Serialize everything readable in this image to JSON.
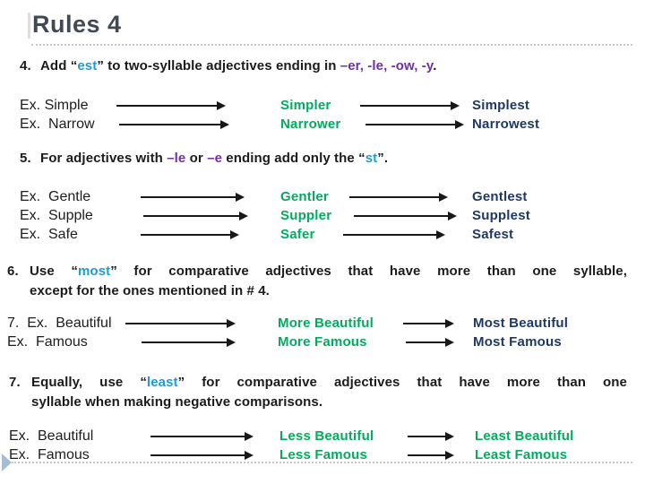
{
  "slide": {
    "title": "Rules 4",
    "icons": {
      "corner_marker": "play-triangle-icon"
    },
    "colors": {
      "title": "#424955",
      "text": "#1b1b1b",
      "comparative_green": "#00ac5e",
      "superlative_navy": "#1f3864",
      "highlight_blue": "#1f9bd8",
      "endings_purple": "#7030a0"
    }
  },
  "rules": {
    "r4": {
      "num": "4.",
      "pre": "Add “",
      "hl": "est",
      "mid": "” to two-syllable adjectives ending in ",
      "endings": "–er, -le, -ow, -y",
      "post": "."
    },
    "r5": {
      "num": "5.",
      "pre": "For adjectives with ",
      "end1": "–le",
      "mid1": " or ",
      "end2": "–e",
      "mid2": " ending add only the “",
      "hl": "st",
      "post": "”."
    },
    "r6": {
      "num": "6.",
      "line1_pre": "Use “",
      "hl": "most",
      "line1_post": "” for comparative adjectives that have more than one syllable,",
      "line2": "except for the ones mentioned in # 4."
    },
    "r7": {
      "num": "7.",
      "line1_pre": "Equally, use “",
      "hl": "least",
      "line1_post": "” for comparative adjectives that have more than one",
      "line2": "syllable when making negative comparisons."
    }
  },
  "example_groups": [
    {
      "name": "rule4-examples",
      "rows": [
        {
          "label": "Ex. Simple",
          "comparative": "Simpler",
          "superlative": "Simplest"
        },
        {
          "label": "Ex.  Narrow",
          "comparative": "Narrower",
          "superlative": "Narrowest"
        }
      ]
    },
    {
      "name": "rule5-examples",
      "rows": [
        {
          "label": "Ex.  Gentle",
          "comparative": "Gentler",
          "superlative": "Gentlest"
        },
        {
          "label": "Ex.  Supple",
          "comparative": "Suppler",
          "superlative": "Supplest"
        },
        {
          "label": "Ex.  Safe",
          "comparative": "Safer",
          "superlative": "Safest"
        }
      ]
    },
    {
      "name": "rule6-examples",
      "rows": [
        {
          "label": "7.  Ex.  Beautiful",
          "comparative": "More Beautiful",
          "superlative": "Most Beautiful"
        },
        {
          "label": "Ex.  Famous",
          "comparative": "More Famous",
          "superlative": "Most Famous"
        }
      ]
    },
    {
      "name": "rule7-examples",
      "rows": [
        {
          "label": "Ex.  Beautiful",
          "comparative": "Less Beautiful",
          "superlative": "Least Beautiful"
        },
        {
          "label": "Ex.  Famous",
          "comparative": "Less Famous",
          "superlative": "Least Famous"
        }
      ]
    }
  ]
}
